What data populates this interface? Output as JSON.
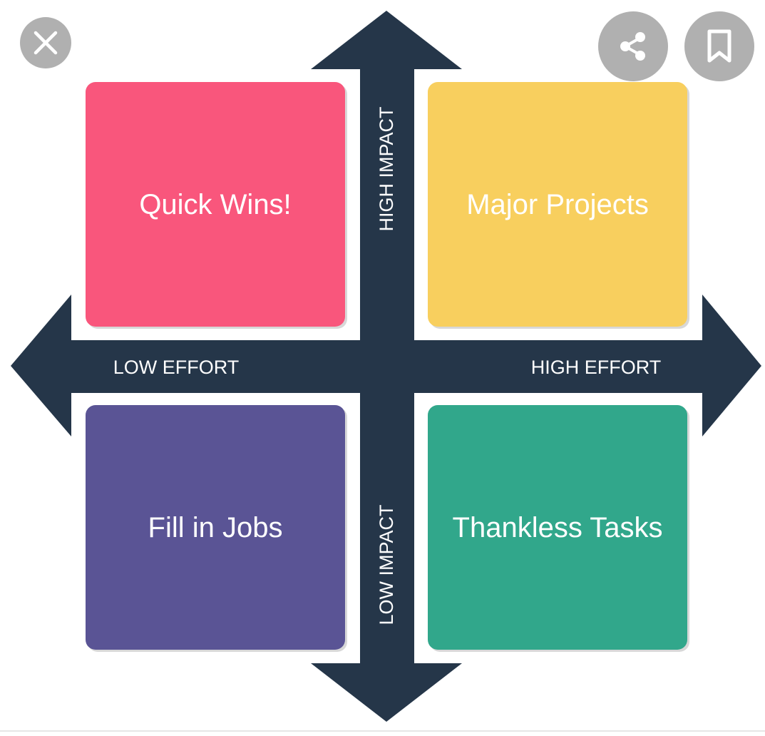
{
  "quadrants": {
    "top_left": {
      "label": "Quick Wins!",
      "color": "#f9567c"
    },
    "top_right": {
      "label": "Major Projects",
      "color": "#f8cf5e"
    },
    "bottom_left": {
      "label": "Fill in Jobs",
      "color": "#5a5495"
    },
    "bottom_right": {
      "label": "Thankless Tasks",
      "color": "#31a78b"
    }
  },
  "axes": {
    "color": "#253649",
    "label_color": "#ffffff",
    "vertical_top": "HIGH IMPACT",
    "vertical_bottom": "LOW IMPACT",
    "horizontal_left": "LOW EFFORT",
    "horizontal_right": "HIGH EFFORT"
  },
  "controls": {
    "close_icon": "close-icon",
    "share_icon": "share-icon",
    "bookmark_icon": "bookmark-icon",
    "button_color": "#b0b0b0"
  }
}
